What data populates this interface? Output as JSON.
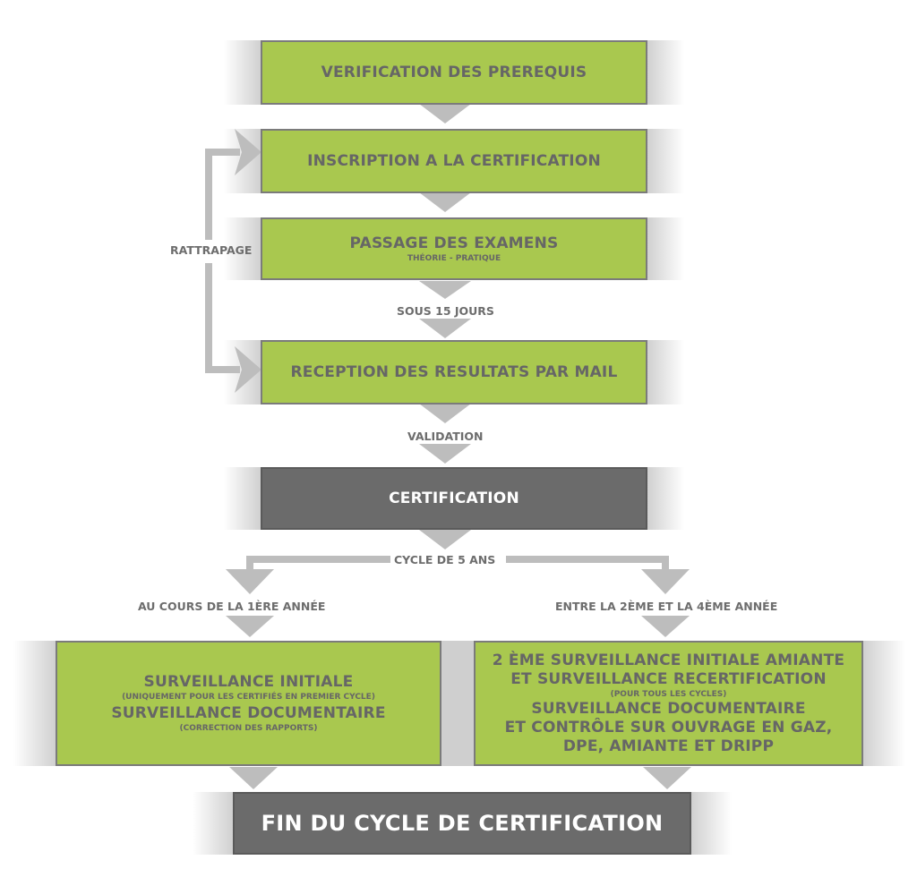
{
  "steps": {
    "verification": "VERIFICATION DES PREREQUIS",
    "inscription": "INSCRIPTION A LA CERTIFICATION",
    "passage": "PASSAGE DES EXAMENS",
    "passage_sub": "THÉORIE - PRATIQUE",
    "reception": "RECEPTION DES RESULTATS PAR MAIL",
    "certification": "CERTIFICATION",
    "fin": "FIN DU CYCLE DE CERTIFICATION"
  },
  "labels": {
    "rattrapage": "RATTRAPAGE",
    "sous15": "SOUS 15 JOURS",
    "validation": "VALIDATION",
    "cycle": "CYCLE DE 5 ANS",
    "left_branch": "AU COURS DE LA 1ÈRE ANNÉE",
    "right_branch": "ENTRE LA 2ÈME ET LA 4ÈME ANNÉE"
  },
  "left_box": {
    "line1": "SURVEILLANCE INITIALE",
    "line1_sub": "(UNIQUEMENT POUR LES CERTIFIÉS EN PREMIER CYCLE)",
    "line2": "SURVEILLANCE DOCUMENTAIRE",
    "line2_sub": "(CORRECTION DES RAPPORTS)"
  },
  "right_box": {
    "line1": "2 ÈME SURVEILLANCE INITIALE AMIANTE",
    "line2": "ET SURVEILLANCE RECERTIFICATION",
    "line2_sub": "(POUR TOUS LES CYCLES)",
    "line3": "SURVEILLANCE DOCUMENTAIRE",
    "line4": "ET CONTRÔLE SUR OUVRAGE EN GAZ,",
    "line5": "DPE, AMIANTE ET DRIPP"
  },
  "colors": {
    "green": "#a9c84f",
    "dark": "#6b6b6b",
    "arrow": "#bdbdbd",
    "text": "#666666"
  }
}
